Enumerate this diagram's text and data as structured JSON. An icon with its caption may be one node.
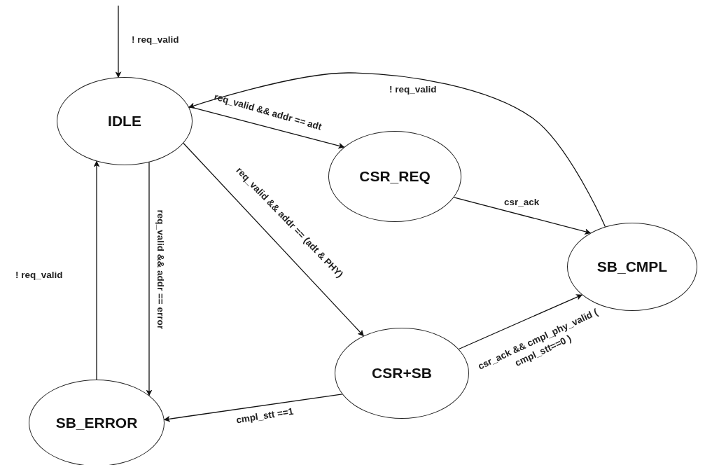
{
  "diagram": {
    "nodes": [
      {
        "text": [
          "IDLE"
        ]
      },
      {
        "text": [
          "CSR_REQ"
        ]
      },
      {
        "text": [
          "SB_CMPL"
        ]
      },
      {
        "text": [
          "CSR+SB"
        ]
      },
      {
        "text": [
          "SB_ERROR"
        ]
      }
    ],
    "edges": [
      {
        "from": null,
        "to": 0,
        "arrow": "to",
        "label": "! req_valid"
      },
      {
        "from": 0,
        "to": 1,
        "arrow": "to",
        "label": "req_valid && addr == adt"
      },
      {
        "from": 2,
        "to": 0,
        "arrow": "to",
        "label": "! req_valid"
      },
      {
        "from": 1,
        "to": 2,
        "arrow": "to",
        "label": "csr_ack"
      },
      {
        "from": 0,
        "to": 3,
        "arrow": "to",
        "label": "req_valid && addr == (adt & PHY)"
      },
      {
        "from": 0,
        "to": 4,
        "arrow": "to",
        "label": "req_valid && addr == error"
      },
      {
        "from": 4,
        "to": 0,
        "arrow": "to",
        "label": "! req_valid"
      },
      {
        "from": 3,
        "to": 2,
        "arrow": "to",
        "label": "csr_ack && cmpl_phy_valid ( cmpl_stt==0 )"
      },
      {
        "from": 3,
        "to": 4,
        "arrow": "to",
        "label": "cmpl_stt ==1"
      }
    ]
  }
}
